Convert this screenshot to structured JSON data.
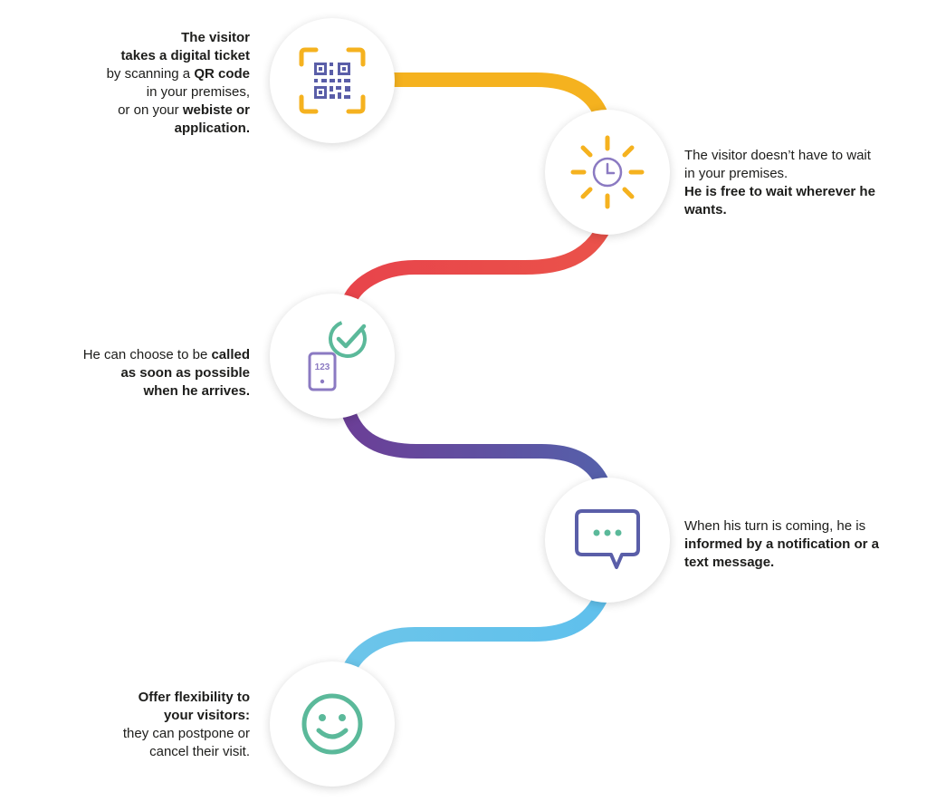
{
  "steps": [
    {
      "id": "qr",
      "icon": "qr-code-scan-icon",
      "color": "#f5b21f",
      "lines": [
        [
          {
            "t": "The visitor",
            "b": true
          }
        ],
        [
          {
            "t": "takes a digital ticket",
            "b": true
          }
        ],
        [
          {
            "t": "by scanning a ",
            "b": false
          },
          {
            "t": "QR code",
            "b": true
          }
        ],
        [
          {
            "t": "in your premises,",
            "b": false
          }
        ],
        [
          {
            "t": "or on your ",
            "b": false
          },
          {
            "t": "webiste or",
            "b": true
          }
        ],
        [
          {
            "t": "application.",
            "b": true
          }
        ]
      ]
    },
    {
      "id": "free",
      "icon": "sun-clock-icon",
      "color": "#f5b21f",
      "lines": [
        [
          {
            "t": "The visitor doesn’t have to wait",
            "b": false
          }
        ],
        [
          {
            "t": "in your premises.",
            "b": false
          }
        ],
        [
          {
            "t": "He is free to wait wherever he",
            "b": true
          }
        ],
        [
          {
            "t": "wants.",
            "b": true
          }
        ]
      ]
    },
    {
      "id": "call",
      "icon": "phone-check-icon",
      "color": "#8b7ac2",
      "lines": [
        [
          {
            "t": "He can choose to be  ",
            "b": false
          },
          {
            "t": "called",
            "b": true
          }
        ],
        [
          {
            "t": "as soon as possible",
            "b": true
          }
        ],
        [
          {
            "t": "when he arrives.",
            "b": true
          }
        ]
      ]
    },
    {
      "id": "notify",
      "icon": "chat-bubble-icon",
      "color": "#5a5ea8",
      "lines": [
        [
          {
            "t": "When his turn is coming, he is",
            "b": false
          }
        ],
        [
          {
            "t": "informed by a notification or a",
            "b": true
          }
        ],
        [
          {
            "t": "text message.",
            "b": true
          }
        ]
      ]
    },
    {
      "id": "flex",
      "icon": "smiley-icon",
      "color": "#5bb99a",
      "lines": [
        [
          {
            "t": "Offer flexibility to",
            "b": true
          }
        ],
        [
          {
            "t": "your visitors:",
            "b": true
          }
        ],
        [
          {
            "t": "they can postpone or",
            "b": false
          }
        ],
        [
          {
            "t": "cancel their visit.",
            "b": false
          }
        ]
      ]
    }
  ],
  "icon_text": {
    "phone_number": "123"
  },
  "colors": {
    "path_yellow": "#f5b21f",
    "path_red": "#e8444b",
    "path_purple": "#6a4a9e",
    "path_indigo": "#5560aa",
    "path_blue": "#6cc5ea",
    "icon_green": "#5bb99a",
    "icon_purple": "#8b7ac2",
    "icon_indigo": "#5a5ea8"
  }
}
